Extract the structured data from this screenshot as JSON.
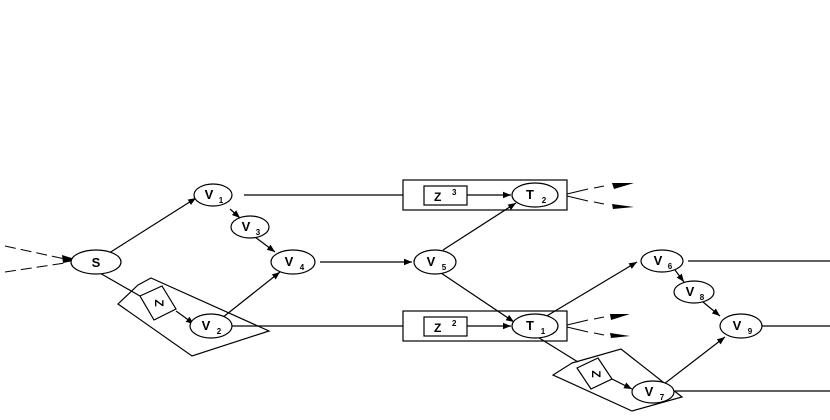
{
  "diagram": {
    "nodes": {
      "s": {
        "label": "S",
        "sub": ""
      },
      "v1": {
        "label": "V",
        "sub": "1"
      },
      "v2": {
        "label": "V",
        "sub": "2"
      },
      "v3": {
        "label": "V",
        "sub": "3"
      },
      "v4": {
        "label": "V",
        "sub": "4"
      },
      "v5": {
        "label": "V",
        "sub": "5"
      },
      "v6": {
        "label": "V",
        "sub": "6"
      },
      "v7": {
        "label": "V",
        "sub": "7"
      },
      "v8": {
        "label": "V",
        "sub": "8"
      },
      "v9": {
        "label": "V",
        "sub": "9"
      },
      "t1": {
        "label": "T",
        "sub": "1"
      },
      "t2": {
        "label": "T",
        "sub": "2"
      }
    },
    "boxes": {
      "z3": {
        "label": "Z",
        "sup": "3"
      },
      "z2": {
        "label": "Z",
        "sup": "2"
      },
      "z_left": {
        "label": "Z"
      },
      "z_right": {
        "label": "Z"
      }
    }
  }
}
